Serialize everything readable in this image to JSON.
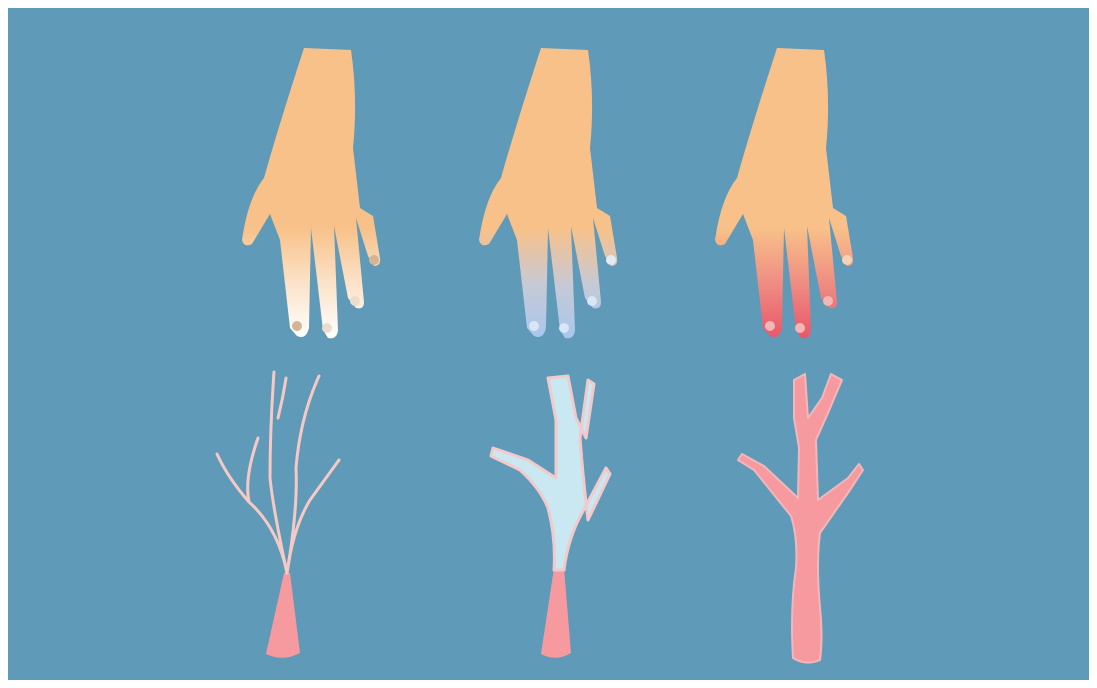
{
  "colors": {
    "background": "#5f9ab8",
    "skin": "#f8c189",
    "skin_shadow": "#e0a66c",
    "white_fingertip": "#ffffff",
    "blue_fingertip": "#a8c7ec",
    "red_fingertip": "#e9566a",
    "nail": "#d4b494",
    "vessel_outline": "#f6c9c4",
    "vessel_red": "#f69aa0",
    "vessel_light_blue": "#c9e8f2"
  },
  "panels": [
    {
      "hand": {
        "icon": "hand-icon",
        "fingertip_state": "white"
      },
      "vessel": {
        "icon": "blood-vessel-icon",
        "state": "constricted"
      }
    },
    {
      "hand": {
        "icon": "hand-icon",
        "fingertip_state": "blue"
      },
      "vessel": {
        "icon": "blood-vessel-icon",
        "state": "deoxygenated"
      }
    },
    {
      "hand": {
        "icon": "hand-icon",
        "fingertip_state": "red"
      },
      "vessel": {
        "icon": "blood-vessel-icon",
        "state": "dilated"
      }
    }
  ]
}
